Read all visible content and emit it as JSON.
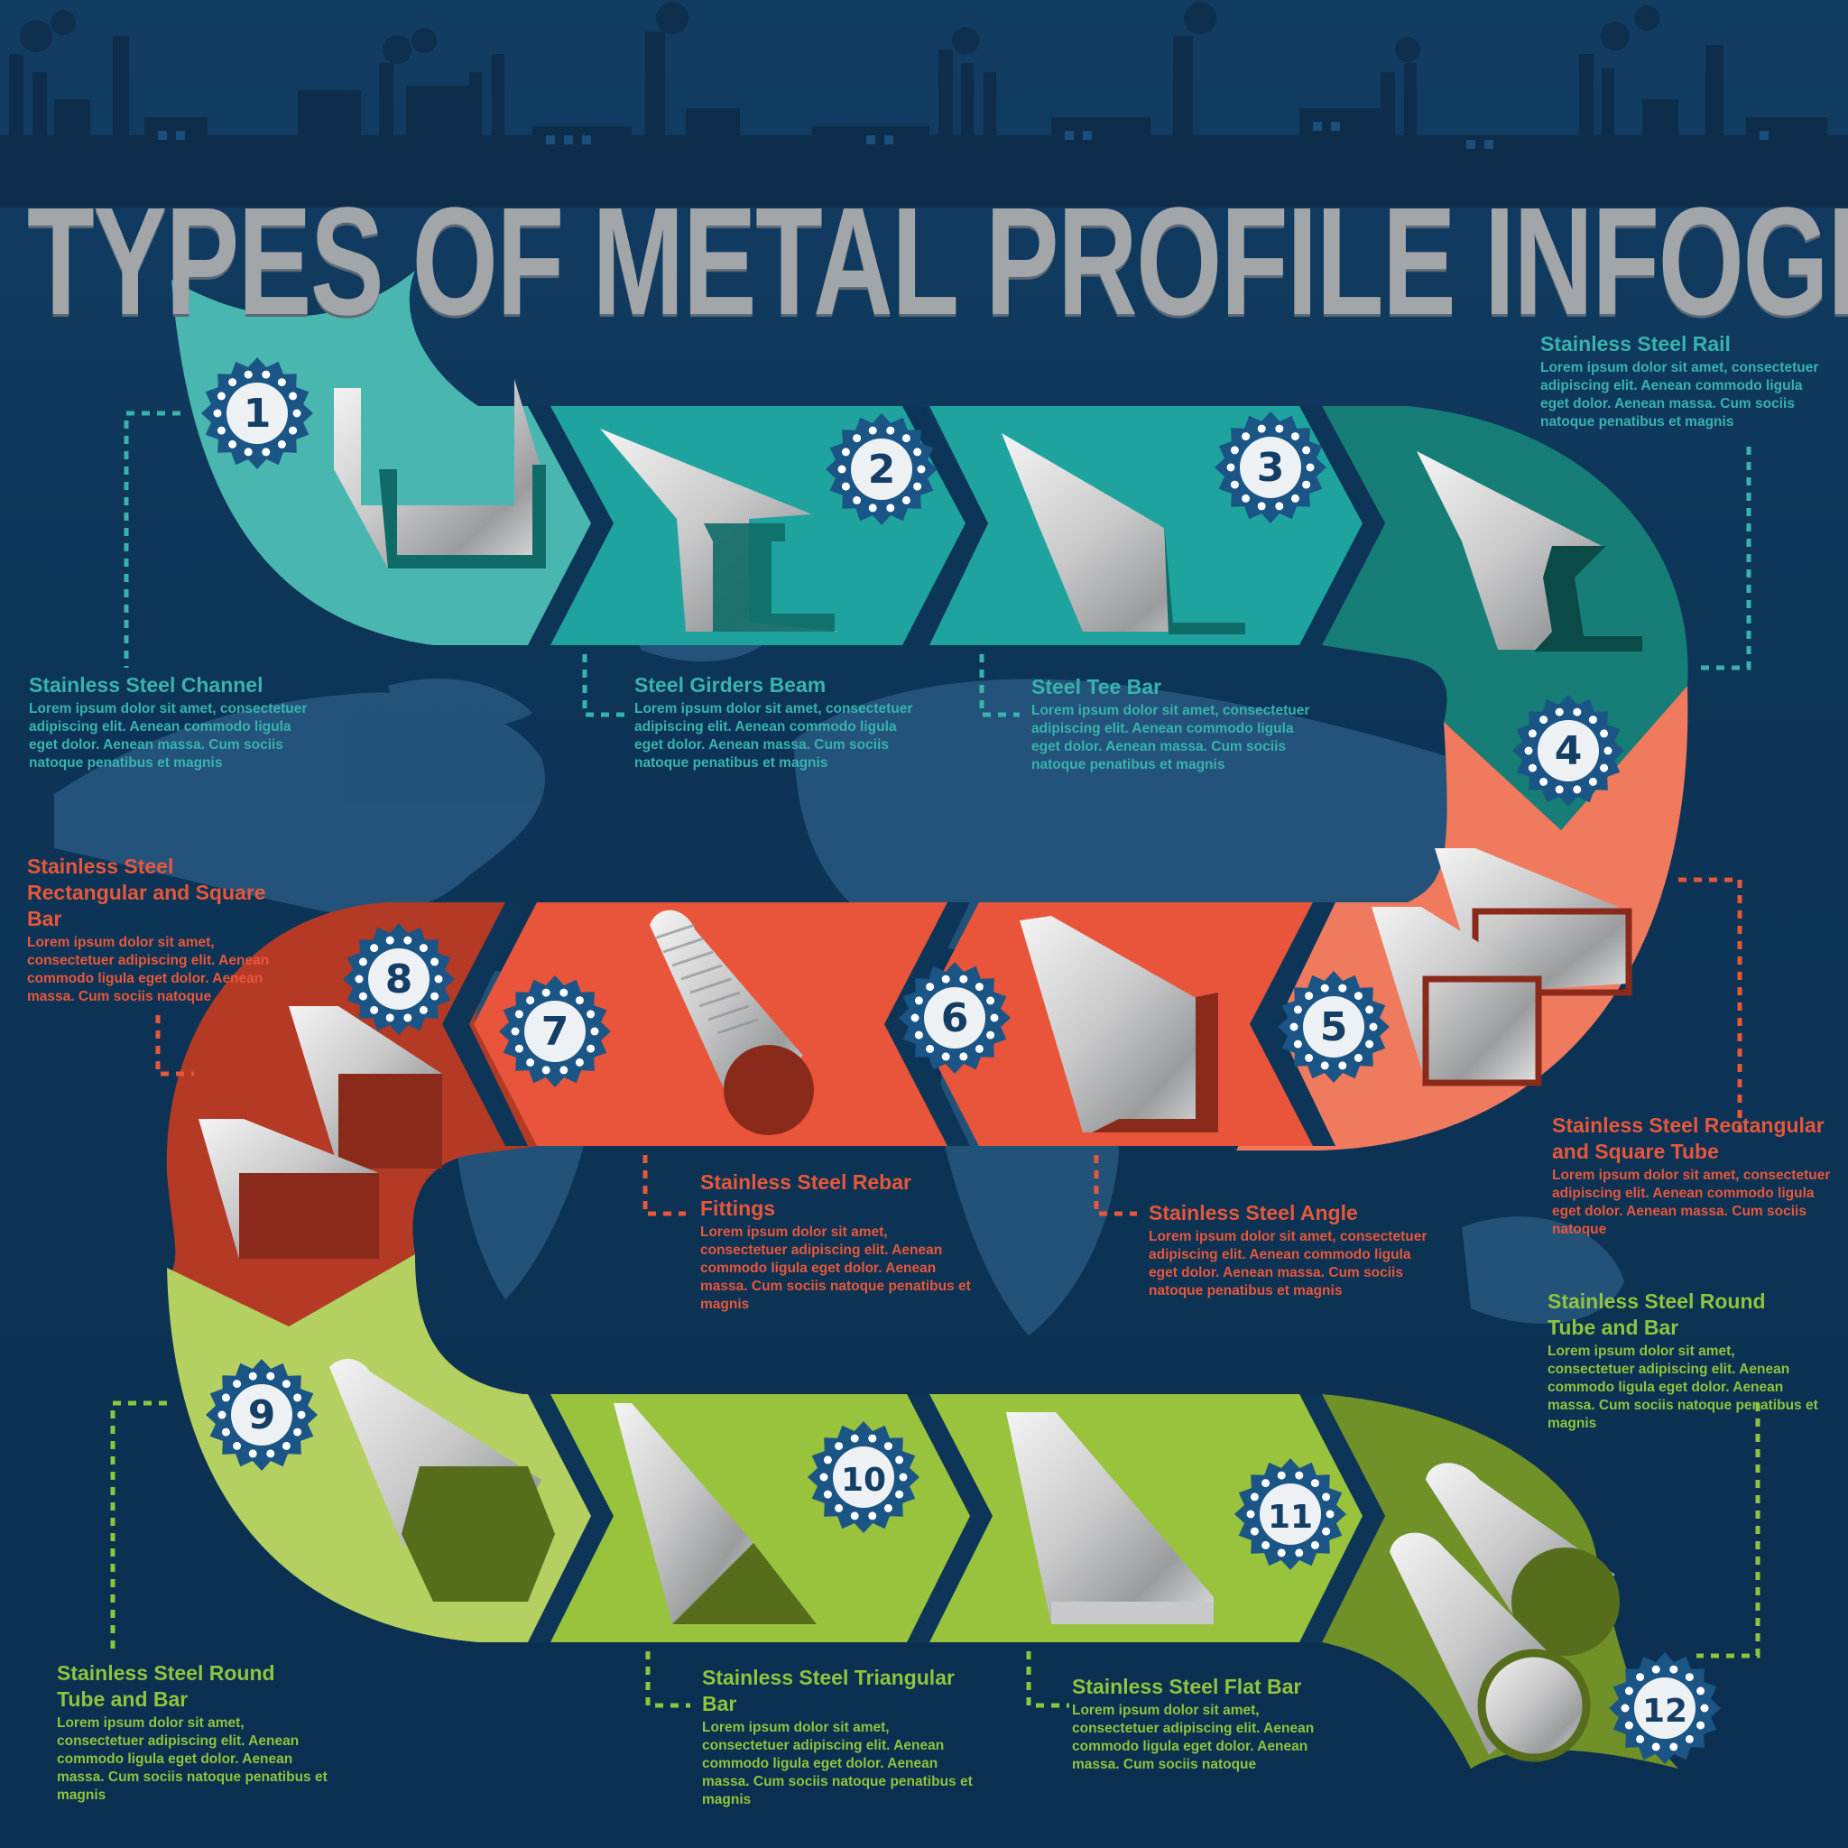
{
  "title": "TYPES OF METAL PROFILE INFOGRAPHICS",
  "colors": {
    "background": "#0d3558",
    "title": "#a3a6a9",
    "teal_light": "#49b6b0",
    "teal": "#1ea39e",
    "teal_dark": "#167e76",
    "red_dark": "#b53a25",
    "red": "#e8553a",
    "red_light": "#f07a5e",
    "green_light": "#b4d060",
    "green": "#99c33d",
    "green_dark": "#6f9128",
    "gear": "#1a5586"
  },
  "items": [
    {
      "number": "1",
      "icon": "channel-profile-icon",
      "title": "Stainless Steel Channel",
      "body": "Lorem ipsum dolor sit amet, consectetuer adipiscing elit. Aenean commodo ligula eget dolor. Aenean massa. Cum sociis natoque penatibus et magnis"
    },
    {
      "number": "2",
      "icon": "i-beam-profile-icon",
      "title": "Steel Girders Beam",
      "body": "Lorem ipsum dolor sit amet, consectetuer adipiscing elit. Aenean commodo ligula eget dolor. Aenean massa. Cum sociis natoque penatibus et magnis"
    },
    {
      "number": "3",
      "icon": "tee-bar-profile-icon",
      "title": "Steel Tee Bar",
      "body": "Lorem ipsum dolor sit amet, consectetuer adipiscing elit. Aenean commodo ligula eget dolor. Aenean massa. Cum sociis natoque penatibus et magnis"
    },
    {
      "number": "4",
      "icon": "rail-profile-icon",
      "title": "Stainless Steel Rail",
      "body": "Lorem ipsum dolor sit amet, consectetuer adipiscing elit. Aenean commodo ligula eget dolor. Aenean massa. Cum sociis natoque penatibus et magnis"
    },
    {
      "number": "5",
      "icon": "rectangular-tube-profile-icon",
      "title": "Stainless Steel Rectangular and Square Tube",
      "body": "Lorem ipsum dolor sit amet, consectetuer adipiscing elit. Aenean commodo ligula eget dolor. Aenean massa. Cum sociis natoque"
    },
    {
      "number": "6",
      "icon": "angle-profile-icon",
      "title": "Stainless Steel Angle",
      "body": "Lorem ipsum dolor sit amet, consectetuer adipiscing elit. Aenean commodo ligula eget dolor. Aenean massa. Cum sociis natoque penatibus et magnis"
    },
    {
      "number": "7",
      "icon": "rebar-profile-icon",
      "title": "Stainless Steel Rebar Fittings",
      "body": "Lorem ipsum dolor sit amet, consectetuer adipiscing elit. Aenean commodo ligula eget dolor. Aenean massa. Cum sociis natoque penatibus et magnis"
    },
    {
      "number": "8",
      "icon": "square-bar-profile-icon",
      "title": "Stainless Steel Rectangular and Square Bar",
      "body": "Lorem ipsum dolor sit amet, consectetuer adipiscing elit. Aenean commodo ligula eget dolor. Aenean massa. Cum sociis natoque"
    },
    {
      "number": "9",
      "icon": "hexagon-bar-profile-icon",
      "title": "Stainless Steel Round Tube and Bar",
      "body": "Lorem ipsum dolor sit amet, consectetuer adipiscing elit. Aenean commodo ligula eget dolor. Aenean massa. Cum sociis natoque penatibus et magnis"
    },
    {
      "number": "10",
      "icon": "triangular-bar-profile-icon",
      "title": "Stainless Steel Triangular Bar",
      "body": "Lorem ipsum dolor sit amet, consectetuer adipiscing elit. Aenean commodo ligula eget dolor. Aenean massa. Cum sociis natoque penatibus et magnis"
    },
    {
      "number": "11",
      "icon": "flat-bar-profile-icon",
      "title": "Stainless Steel Flat Bar",
      "body": "Lorem ipsum dolor sit amet, consectetuer adipiscing elit. Aenean commodo ligula eget dolor. Aenean massa. Cum sociis natoque"
    },
    {
      "number": "12",
      "icon": "round-tube-profile-icon",
      "title": "Stainless Steel Round Tube and Bar",
      "body": "Lorem ipsum dolor sit amet, consectetuer adipiscing elit. Aenean commodo ligula eget dolor. Aenean massa. Cum sociis natoque penatibus et magnis"
    }
  ]
}
